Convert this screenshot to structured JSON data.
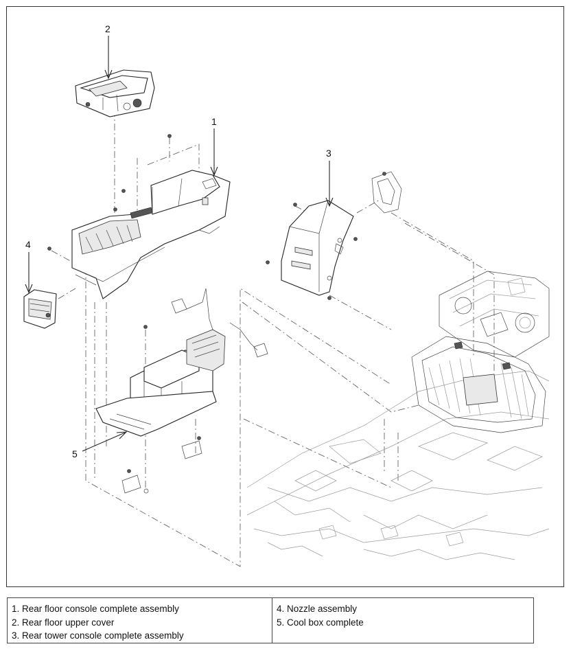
{
  "callouts": [
    "1",
    "2",
    "3",
    "4",
    "5"
  ],
  "legend": {
    "left": [
      "1. Rear floor console complete assembly",
      "2. Rear floor upper cover",
      "3. Rear tower console complete assembly"
    ],
    "right": [
      "4. Nozzle assembly",
      "5. Cool box complete"
    ]
  }
}
